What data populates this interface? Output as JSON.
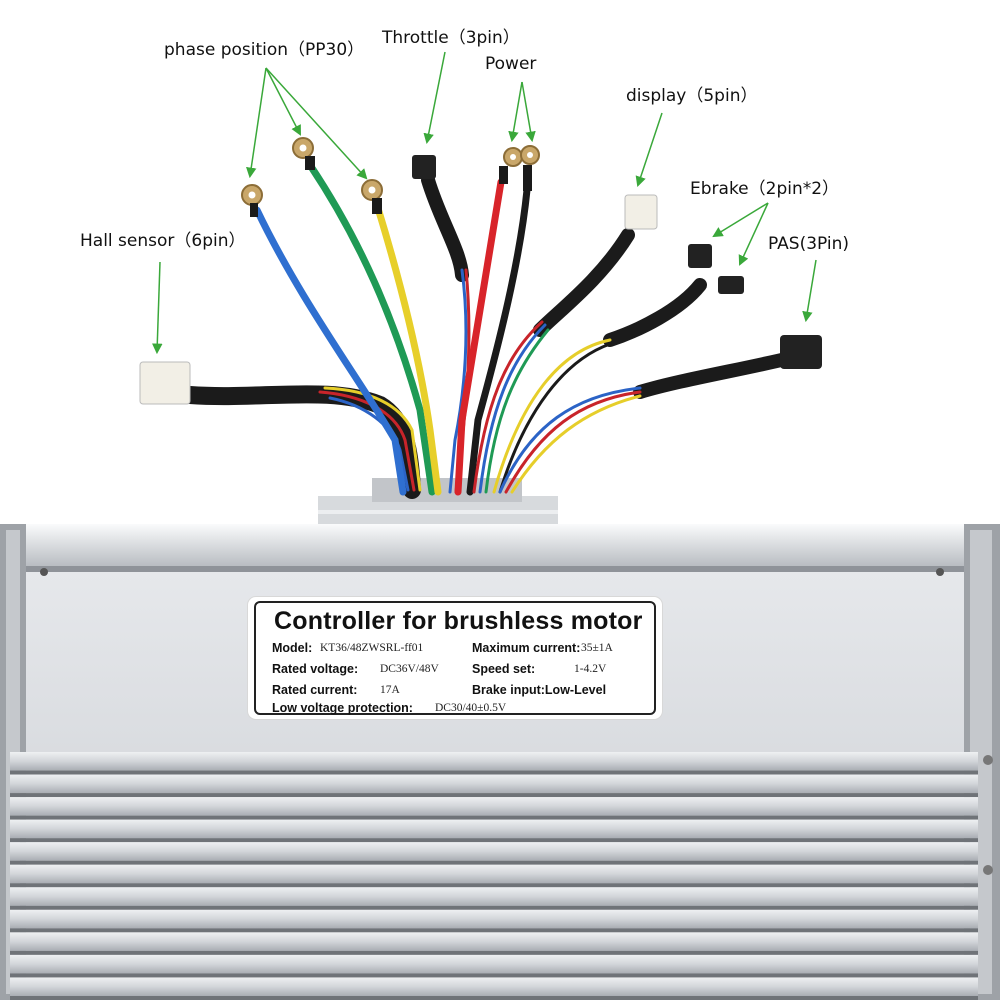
{
  "callouts": {
    "phase_position": "phase position（PP30）",
    "throttle": "Throttle（3pin）",
    "power": "Power",
    "display": "display（5pin）",
    "ebrake": "Ebrake（2pin*2）",
    "pas": "PAS(3Pin)",
    "hall_sensor": "Hall sensor（6pin）"
  },
  "label": {
    "title": "Controller for brushless motor",
    "model_key": "Model:",
    "model_value": "KT36/48ZWSRL-ff01",
    "max_current_key": "Maximum current:",
    "max_current_value": "35±1A",
    "rated_voltage_key": "Rated voltage:",
    "rated_voltage_value": "DC36V/48V",
    "speed_set_key": "Speed  set:",
    "speed_set_value": "1-4.2V",
    "rated_current_key": "Rated current:",
    "rated_current_value": "17A",
    "brake_input": "Brake input:Low-Level",
    "low_voltage_key": "Low voltage protection:",
    "low_voltage_value": "DC30/40±0.5V"
  },
  "colors": {
    "arrow": "#3aa83a",
    "phase_blue": "#2f6fd0",
    "phase_green": "#1f9a55",
    "phase_yellow": "#e7cf2a",
    "power_red": "#d8242a",
    "power_black": "#1a1a1a",
    "housing": "#cfd2d6"
  }
}
